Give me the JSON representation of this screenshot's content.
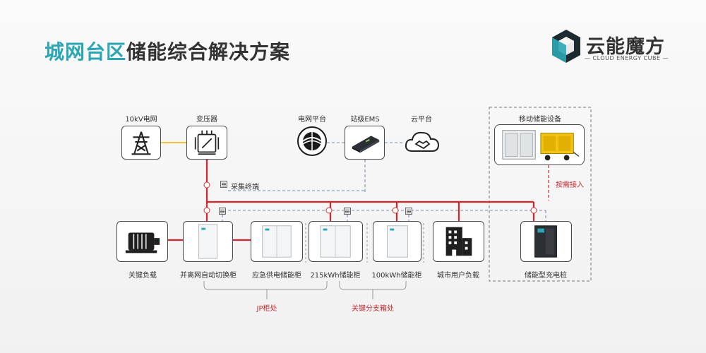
{
  "header": {
    "title_highlight": "城网台区",
    "title_rest": "储能综合解决方案"
  },
  "logo": {
    "name": "云能魔方",
    "subtitle": "— CLOUD ENERGY CUBE —"
  },
  "diagram": {
    "top_labels": {
      "grid_10kv": "10kV电网",
      "transformer": "变压器",
      "grid_platform": "电网平台",
      "station_ems": "站级EMS",
      "cloud_platform": "云平台",
      "mobile_storage": "移动储能设备"
    },
    "collection_terminal": "采集终端",
    "on_demand": "按需接入",
    "bottom_labels": {
      "critical_load": "关键负载",
      "switch_cabinet": "并离网自动切换柜",
      "emergency_cabinet": "应急供电储能柜",
      "storage_215": "215kWh储能柜",
      "storage_100": "100kWh储能柜",
      "city_load": "城市用户负载",
      "charging_pile": "储能型充电桩"
    },
    "group_labels": {
      "jp_cabinet": "JP柜处",
      "critical_branch": "关键分支箱处"
    },
    "colors": {
      "power_line": "#d8232a",
      "comm_line": "#7a8fb5",
      "grid_link": "#f2c53d",
      "accent": "#2aa6b4"
    }
  }
}
